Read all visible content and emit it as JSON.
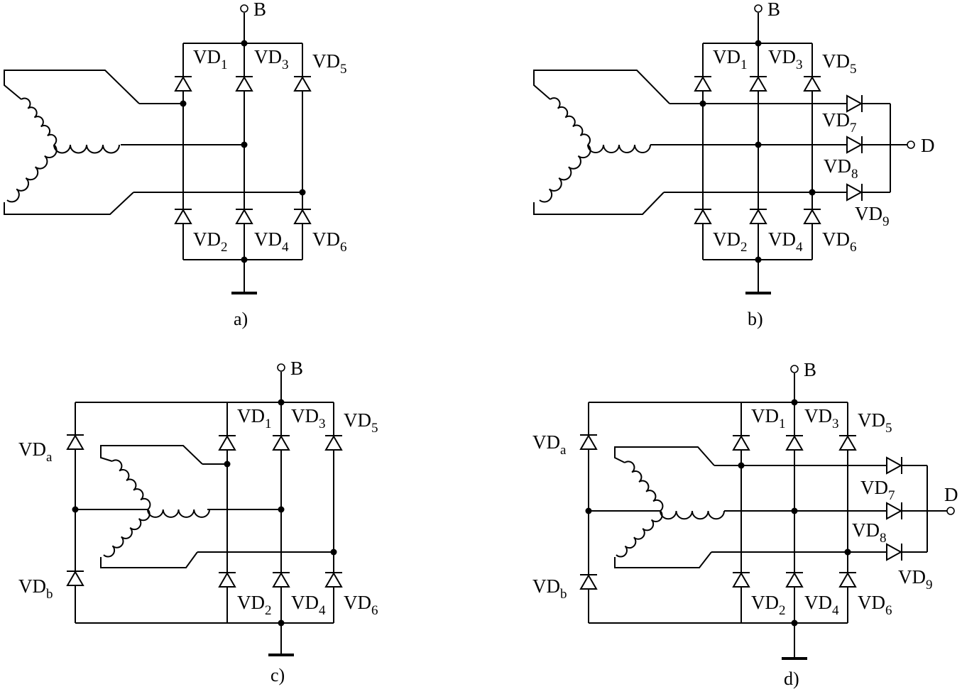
{
  "figures": [
    {
      "caption": "a)",
      "terminals": [
        "B"
      ],
      "diodes": [
        {
          "base": "VD",
          "sub": "1"
        },
        {
          "base": "VD",
          "sub": "3"
        },
        {
          "base": "VD",
          "sub": "5"
        },
        {
          "base": "VD",
          "sub": "2"
        },
        {
          "base": "VD",
          "sub": "4"
        },
        {
          "base": "VD",
          "sub": "6"
        }
      ]
    },
    {
      "caption": "b)",
      "terminals": [
        "B",
        "D"
      ],
      "diodes": [
        {
          "base": "VD",
          "sub": "1"
        },
        {
          "base": "VD",
          "sub": "3"
        },
        {
          "base": "VD",
          "sub": "5"
        },
        {
          "base": "VD",
          "sub": "2"
        },
        {
          "base": "VD",
          "sub": "4"
        },
        {
          "base": "VD",
          "sub": "6"
        },
        {
          "base": "VD",
          "sub": "7"
        },
        {
          "base": "VD",
          "sub": "8"
        },
        {
          "base": "VD",
          "sub": "9"
        }
      ]
    },
    {
      "caption": "c)",
      "terminals": [
        "B"
      ],
      "diodes": [
        {
          "base": "VD",
          "sub": "1"
        },
        {
          "base": "VD",
          "sub": "3"
        },
        {
          "base": "VD",
          "sub": "5"
        },
        {
          "base": "VD",
          "sub": "2"
        },
        {
          "base": "VD",
          "sub": "4"
        },
        {
          "base": "VD",
          "sub": "6"
        },
        {
          "base": "VD",
          "sub": "a"
        },
        {
          "base": "VD",
          "sub": "b"
        }
      ]
    },
    {
      "caption": "d)",
      "terminals": [
        "B",
        "D"
      ],
      "diodes": [
        {
          "base": "VD",
          "sub": "1"
        },
        {
          "base": "VD",
          "sub": "3"
        },
        {
          "base": "VD",
          "sub": "5"
        },
        {
          "base": "VD",
          "sub": "2"
        },
        {
          "base": "VD",
          "sub": "4"
        },
        {
          "base": "VD",
          "sub": "6"
        },
        {
          "base": "VD",
          "sub": "7"
        },
        {
          "base": "VD",
          "sub": "8"
        },
        {
          "base": "VD",
          "sub": "9"
        },
        {
          "base": "VD",
          "sub": "a"
        },
        {
          "base": "VD",
          "sub": "b"
        }
      ]
    }
  ]
}
